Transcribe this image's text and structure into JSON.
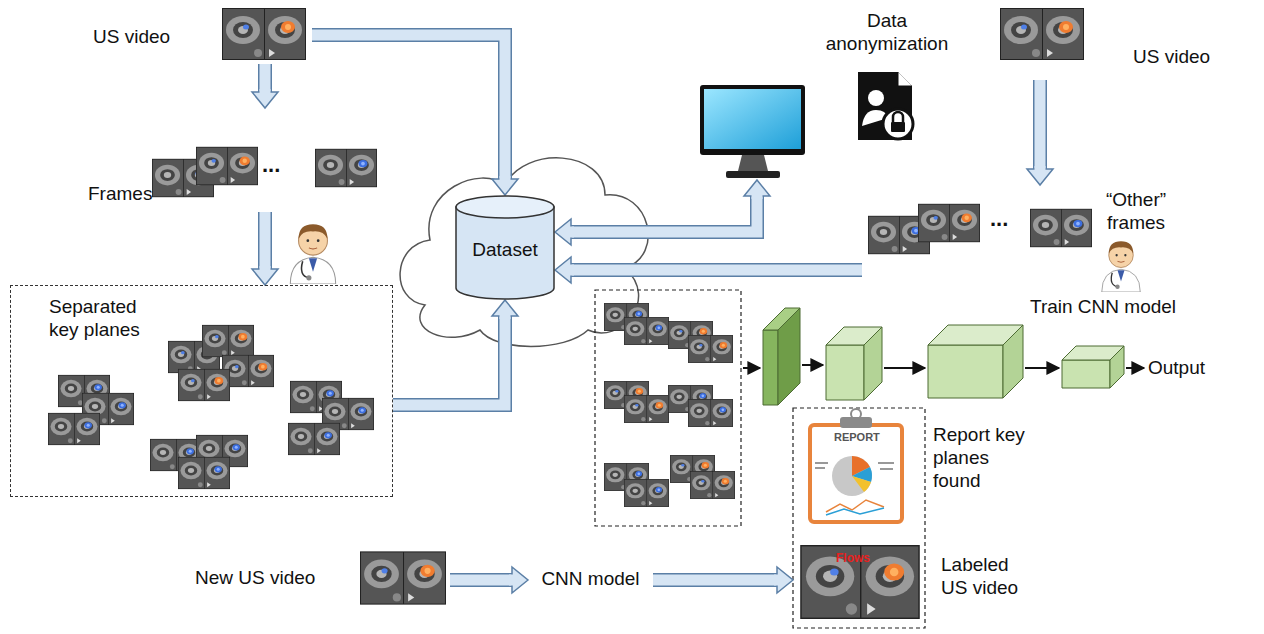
{
  "diagram": {
    "nodes": [
      {
        "text": [
          "US video"
        ]
      },
      {
        "text": [
          "Frames"
        ]
      },
      {
        "text": [
          "Separated key planes"
        ]
      },
      {
        "text": [
          "Dataset"
        ]
      },
      {
        "text": [
          "Data anonymization"
        ]
      },
      {
        "text": [
          "US video"
        ]
      },
      {
        "text": [
          "“Other” frames"
        ]
      },
      {
        "text": [
          "New US video"
        ]
      },
      {
        "text": [
          "CNN model"
        ]
      },
      {
        "text": [
          "Report key planes found",
          "Labeled US video"
        ]
      }
    ],
    "edges": [
      {
        "from": 0,
        "to": 1,
        "arrow": "to"
      },
      {
        "from": 1,
        "to": 2,
        "arrow": "to"
      },
      {
        "from": 0,
        "to": 3,
        "arrow": "to"
      },
      {
        "from": 2,
        "to": 3,
        "arrow": "to"
      },
      {
        "from": 3,
        "to": 4,
        "arrow": "both"
      },
      {
        "from": 5,
        "to": 6,
        "arrow": "to"
      },
      {
        "from": 6,
        "to": 3,
        "arrow": "to"
      },
      {
        "from": 7,
        "to": 8,
        "arrow": "to"
      },
      {
        "from": 8,
        "to": 9,
        "arrow": "to"
      }
    ],
    "labels": [
      "...",
      "...",
      "Train CNN model",
      "Output",
      "REPORT",
      "Flows"
    ]
  }
}
